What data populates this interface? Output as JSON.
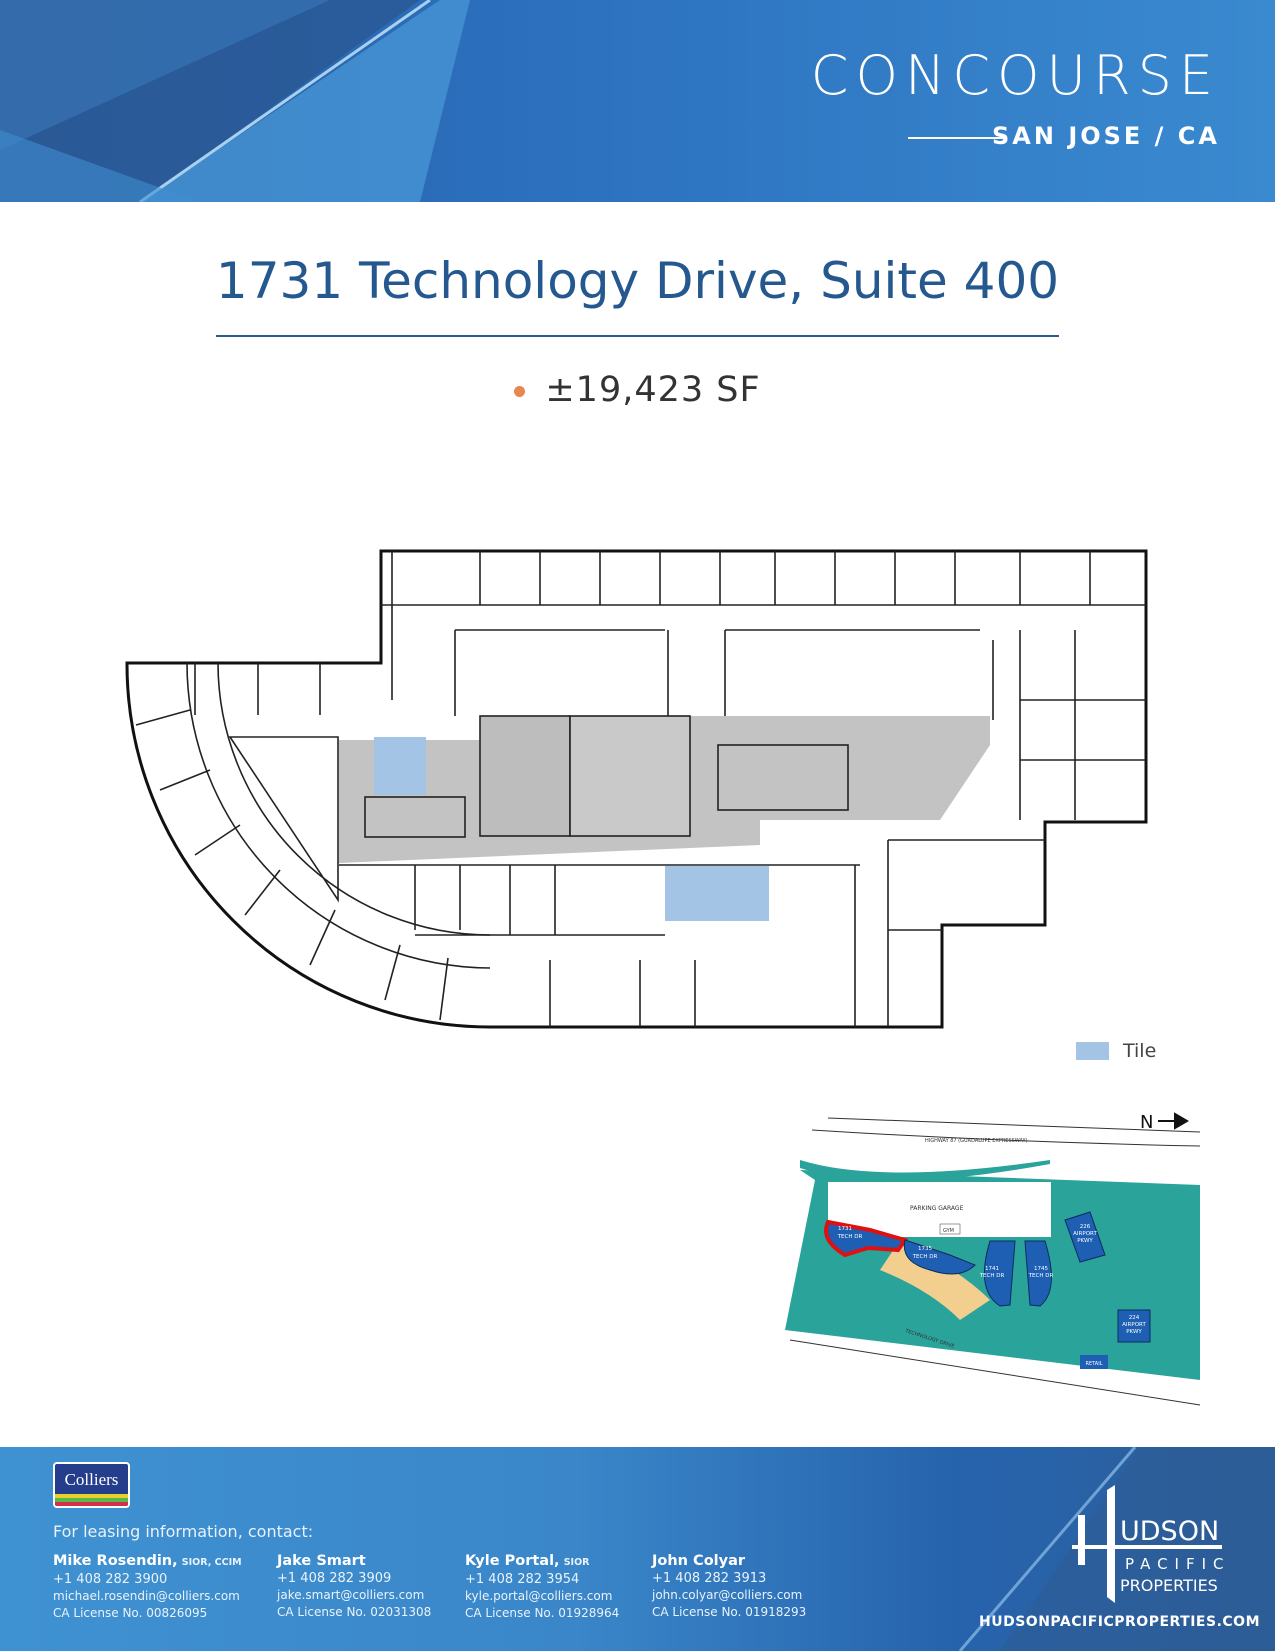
{
  "header": {
    "brand": "CONCOURSE",
    "location": "SAN JOSE / CA"
  },
  "title": "1731 Technology Drive, Suite 400",
  "size": "±19,423 SF",
  "colors": {
    "accent_blue": "#2a5a8e",
    "bullet": "#e8874f",
    "tile": "#a4c4e6",
    "core": "#c0c0c0"
  },
  "legend": {
    "tile_label": "Tile"
  },
  "site_map": {
    "north": "N",
    "highway": "HIGHWAY 87 (GUADALUPE EXPRESSWAY)",
    "garage": "PARKING GARAGE",
    "gym": "GYM",
    "street": "TECHNOLOGY DRIVE",
    "buildings": [
      {
        "l1": "1731",
        "l2": "TECH DR",
        "highlight": true
      },
      {
        "l1": "1735",
        "l2": "TECH DR"
      },
      {
        "l1": "1741",
        "l2": "TECH DR"
      },
      {
        "l1": "1745",
        "l2": "TECH DR"
      },
      {
        "l1": "226",
        "l2": "AIRPORT",
        "l3": "PKWY"
      },
      {
        "l1": "224",
        "l2": "AIRPORT",
        "l3": "PKWY"
      }
    ],
    "retail": "RETAIL"
  },
  "footer": {
    "colliers_logo": "Colliers",
    "intro": "For leasing information, contact:",
    "contacts": [
      {
        "name": "Mike Rosendin,",
        "cred": "SIOR, CCIM",
        "phone": "+1 408 282 3900",
        "email": "michael.rosendin@colliers.com",
        "license": "CA License No. 00826095"
      },
      {
        "name": "Jake Smart",
        "cred": "",
        "phone": "+1 408 282 3909",
        "email": "jake.smart@colliers.com",
        "license": "CA License No. 02031308"
      },
      {
        "name": "Kyle Portal,",
        "cred": "SIOR",
        "phone": "+1 408 282 3954",
        "email": "kyle.portal@colliers.com",
        "license": "CA License No. 01928964"
      },
      {
        "name": "John Colyar",
        "cred": "",
        "phone": "+1 408 282 3913",
        "email": "john.colyar@colliers.com",
        "license": "CA License No. 01918293"
      }
    ],
    "hpp_logo": {
      "l1": "UDSON",
      "l2": "PACIFIC",
      "l3": "PROPERTIES"
    },
    "url": "HUDSONPACIFICPROPERTIES.COM"
  }
}
